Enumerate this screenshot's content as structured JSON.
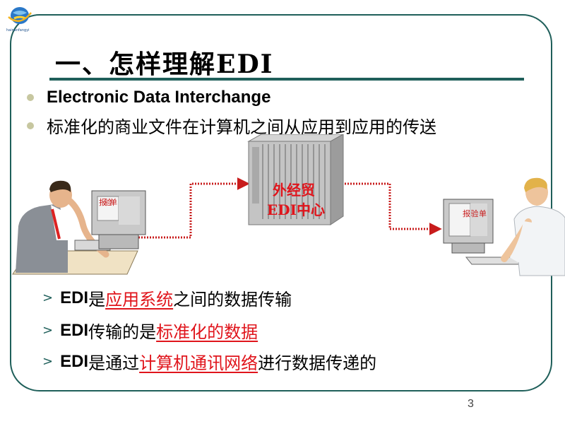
{
  "title": "一、怎样理解EDI",
  "bullets": [
    "Electronic Data Interchange",
    "标准化的商业文件在计算机之间从应用到应用的传送"
  ],
  "diagram": {
    "left_screen_text": "报验单",
    "server_label_line1": "外经贸",
    "server_label_line2": "EDI中心",
    "right_screen_text": "报验单"
  },
  "points": [
    {
      "pre": "EDI",
      "mid": "是",
      "emph": "应用系统",
      "post": "之间的数据传输"
    },
    {
      "pre": "EDI",
      "mid": "传输的是",
      "emph": "标准化的数据",
      "post": ""
    },
    {
      "pre": "EDI",
      "mid": "是通过",
      "emph": "计算机通讯网络",
      "post": "进行数据传递的"
    }
  ],
  "page_number": "3",
  "colors": {
    "frame": "#1f5f5a",
    "emphasis": "#e0151c",
    "arrow": "#c81c1c",
    "bullet": "#c7c7a0"
  }
}
